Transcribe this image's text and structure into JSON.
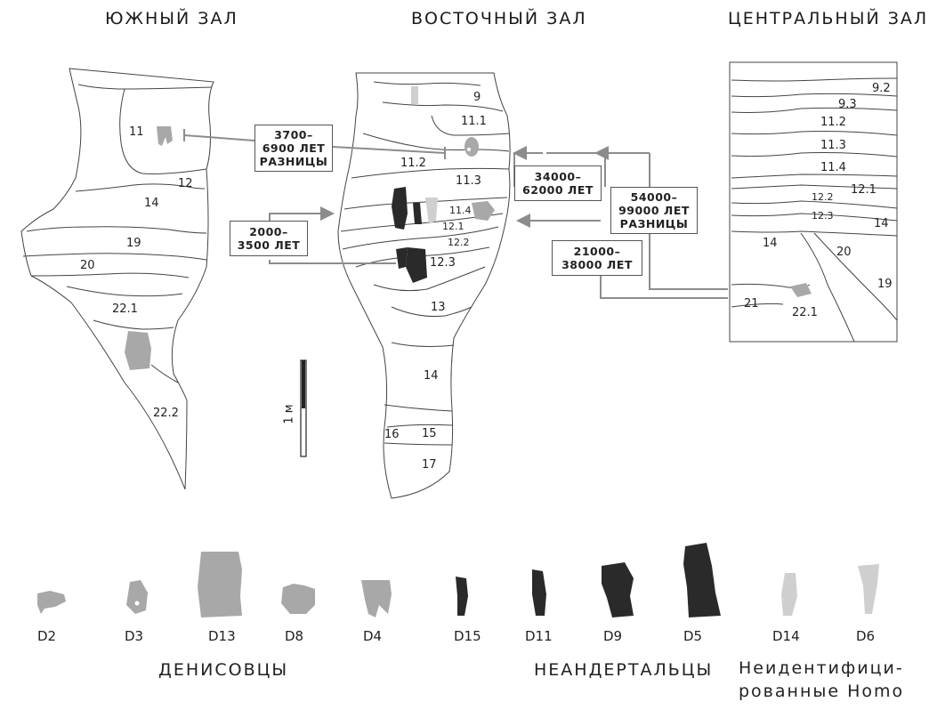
{
  "halls": {
    "south": "ЮЖНЫЙ ЗАЛ",
    "east": "ВОСТОЧНЫЙ ЗАЛ",
    "central": "ЦЕНТРАЛЬНЫЙ ЗАЛ"
  },
  "south_layers": [
    "11",
    "12",
    "14",
    "19",
    "20",
    "22.1",
    "22.2"
  ],
  "east_layers": [
    "9",
    "11.1",
    "11.2",
    "11.3",
    "11.4",
    "12.1",
    "12.2",
    "12.3",
    "13",
    "14",
    "15",
    "16",
    "17"
  ],
  "central_layers": [
    "9.2",
    "9.3",
    "11.2",
    "11.3",
    "11.4",
    "12.1",
    "12.2",
    "12.3",
    "14",
    "14",
    "20",
    "19",
    "21",
    "22.1"
  ],
  "boxes": {
    "b1": [
      "3700–",
      "6900 ЛЕТ",
      "РАЗНИЦЫ"
    ],
    "b2": [
      "2000–",
      "3500 ЛЕТ"
    ],
    "b3": [
      "34000–",
      "62000 ЛЕТ"
    ],
    "b4": [
      "54000–",
      "99000 ЛЕТ",
      "РАЗНИЦЫ"
    ],
    "b5": [
      "21000–",
      "38000 ЛЕТ"
    ]
  },
  "scale": "1 м",
  "specimens": [
    "D2",
    "D3",
    "D13",
    "D8",
    "D4",
    "D15",
    "D11",
    "D9",
    "D5",
    "D14",
    "D6"
  ],
  "groups": {
    "denisovans": "ДЕНИСОВЦЫ",
    "neanderthals": "НЕАНДЕРТАЛЬЦЫ",
    "unidentified_line1": "Неидентифици-",
    "unidentified_line2": "рованные Homo"
  },
  "colors": {
    "denisovan": "#a8a8a8",
    "neanderthal": "#2a2a2a",
    "unidentified": "#cfcfcf",
    "arrow": "#8c8c8c"
  }
}
